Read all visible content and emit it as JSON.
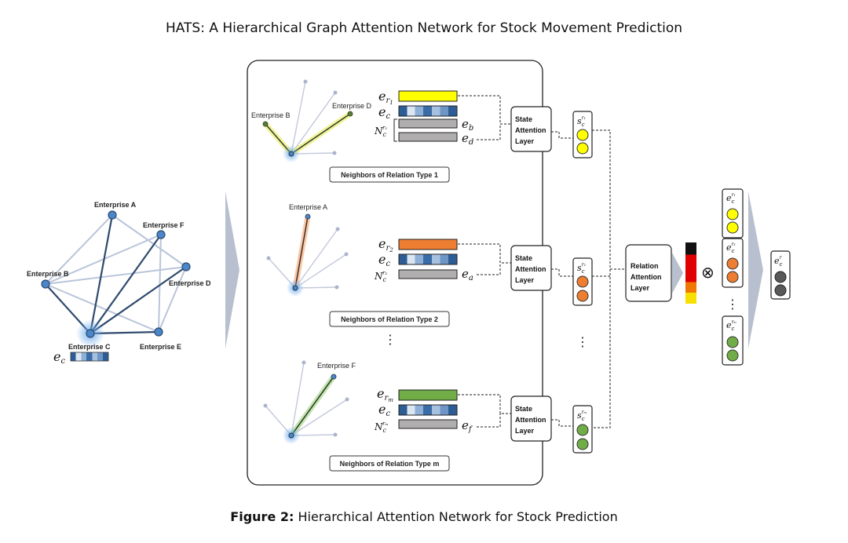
{
  "title": "HATS: A Hierarchical Graph Attention Network for Stock Movement Prediction",
  "caption": {
    "figure_label": "Figure 2:",
    "text": "Hierarchical Attention Network for Stock Prediction"
  },
  "graph": {
    "nodes": {
      "a": "Enterprise A",
      "b": "Enterprise B",
      "c": "Enterprise C",
      "d": "Enterprise D",
      "e": "Enterprise E",
      "f": "Enterprise F"
    },
    "ec_symbol": "e",
    "ec_sub": "c"
  },
  "relations": [
    {
      "neighbor_label": "Enterprise B",
      "neighbor_label2": "Enterprise D",
      "box_label": "Neighbors of Relation Type 1",
      "rel_color": "#ffff00",
      "glow_color": "#f3f39a",
      "rel_symbol": "e",
      "rel_sub": "r",
      "rel_subsub": "1",
      "ec_symbol": "e",
      "ec_sub": "c",
      "n_symbol": "N",
      "n_sub": "c",
      "n_sup": "r₁",
      "out1_symbol": "e",
      "out1_sub": "b",
      "out2_symbol": "e",
      "out2_sub": "d",
      "state_layer": [
        "State",
        "Attention",
        "Layer"
      ],
      "s_symbol": "s",
      "s_sub": "c",
      "s_sup": "r₁"
    },
    {
      "neighbor_label": "Enterprise A",
      "box_label": "Neighbors of Relation Type 2",
      "rel_color": "#ed7d31",
      "glow_color": "#f8c9a8",
      "rel_symbol": "e",
      "rel_sub": "r",
      "rel_subsub": "2",
      "ec_symbol": "e",
      "ec_sub": "c",
      "n_symbol": "N",
      "n_sub": "c",
      "n_sup": "r₂",
      "out1_symbol": "e",
      "out1_sub": "a",
      "state_layer": [
        "State",
        "Attention",
        "Layer"
      ],
      "s_symbol": "s",
      "s_sub": "c",
      "s_sup": "r₂"
    },
    {
      "neighbor_label": "Enterprise F",
      "box_label": "Neighbors of Relation Type m",
      "rel_color": "#70ad47",
      "glow_color": "#c6e2b1",
      "rel_symbol": "e",
      "rel_sub": "r",
      "rel_subsub": "m",
      "ec_symbol": "e",
      "ec_sub": "c",
      "n_symbol": "N",
      "n_sub": "c",
      "n_sup": "rₘ",
      "out1_symbol": "e",
      "out1_sub": "f",
      "state_layer": [
        "State",
        "Attention",
        "Layer"
      ],
      "s_symbol": "s",
      "s_sub": "c",
      "s_sup": "rₘ"
    }
  ],
  "ellipsis": "⋮",
  "relation_layer": [
    "Relation",
    "Attention",
    "Layer"
  ],
  "otimes": "⊗",
  "right_stack": [
    {
      "symbol": "e",
      "sub": "c",
      "sup": "r₁"
    },
    {
      "symbol": "e",
      "sub": "c",
      "sup": "r₂"
    },
    {
      "symbol": "e",
      "sub": "c",
      "sup": "rₘ"
    }
  ],
  "output": {
    "symbol": "e",
    "sub": "c",
    "sup": "r"
  },
  "colors": {
    "node_blue": "#4a86c8",
    "node_dark": "#2b4a6f",
    "edge_dark": "#2f4a6e",
    "edge_light": "#b8c4d8",
    "yellow": "#ffff00",
    "orange": "#ed7d31",
    "green": "#70ad47",
    "gray_bar": "#b0aeae",
    "dark_circle": "#595959",
    "arrow_gray": "#b8bfce"
  }
}
